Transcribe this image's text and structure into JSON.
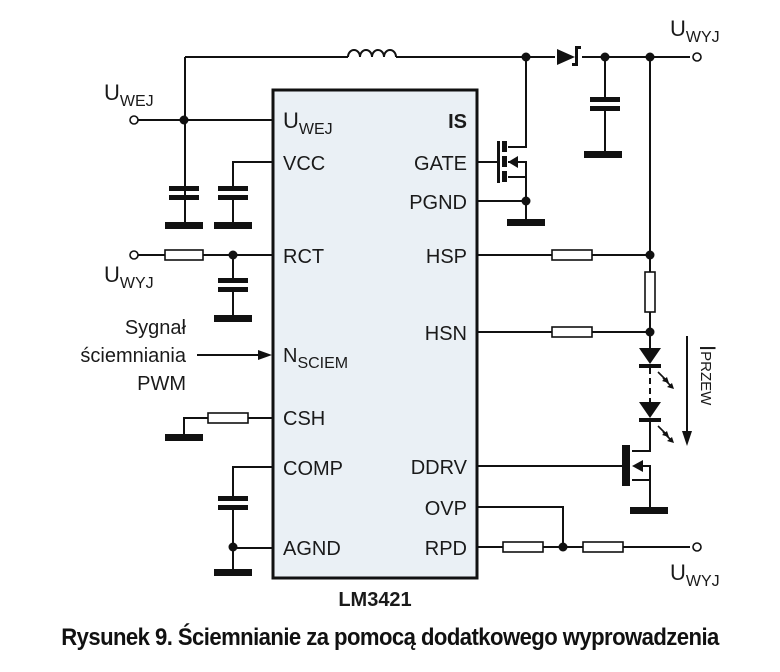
{
  "chip": {
    "name": "LM3421",
    "fill": "#eaf0f5",
    "left_pins": [
      {
        "id": "uwej",
        "main": "U",
        "sub": "WEJ"
      },
      {
        "id": "vcc",
        "main": "VCC",
        "sub": ""
      },
      {
        "id": "rct",
        "main": "RCT",
        "sub": ""
      },
      {
        "id": "nsciem",
        "main": "N",
        "sub": "SCIEM"
      },
      {
        "id": "csh",
        "main": "CSH",
        "sub": ""
      },
      {
        "id": "comp",
        "main": "COMP",
        "sub": ""
      },
      {
        "id": "agnd",
        "main": "AGND",
        "sub": ""
      }
    ],
    "right_pins": [
      {
        "id": "is",
        "main": "IS"
      },
      {
        "id": "gate",
        "main": "GATE"
      },
      {
        "id": "pgnd",
        "main": "PGND"
      },
      {
        "id": "hsp",
        "main": "HSP"
      },
      {
        "id": "hsn",
        "main": "HSN"
      },
      {
        "id": "ddrv",
        "main": "DDRV"
      },
      {
        "id": "ovp",
        "main": "OVP"
      },
      {
        "id": "rpd",
        "main": "RPD"
      }
    ]
  },
  "terminals": {
    "input": {
      "main": "U",
      "sub": "WEJ"
    },
    "rct_in": {
      "main": "U",
      "sub": "WYJ"
    },
    "output_top": {
      "main": "U",
      "sub": "WYJ"
    },
    "output_bottom": {
      "main": "U",
      "sub": "WYJ"
    }
  },
  "signal_label": [
    "Sygnał",
    "ściemniania",
    "PWM"
  ],
  "current_label": {
    "main": "I",
    "sub": "PRZEW"
  },
  "caption": "Rysunek 9. Ściemnianie za pomocą dodatkowego wyprowadzenia",
  "colors": {
    "line": "#111111",
    "chip_fill": "#eaf0f5"
  }
}
